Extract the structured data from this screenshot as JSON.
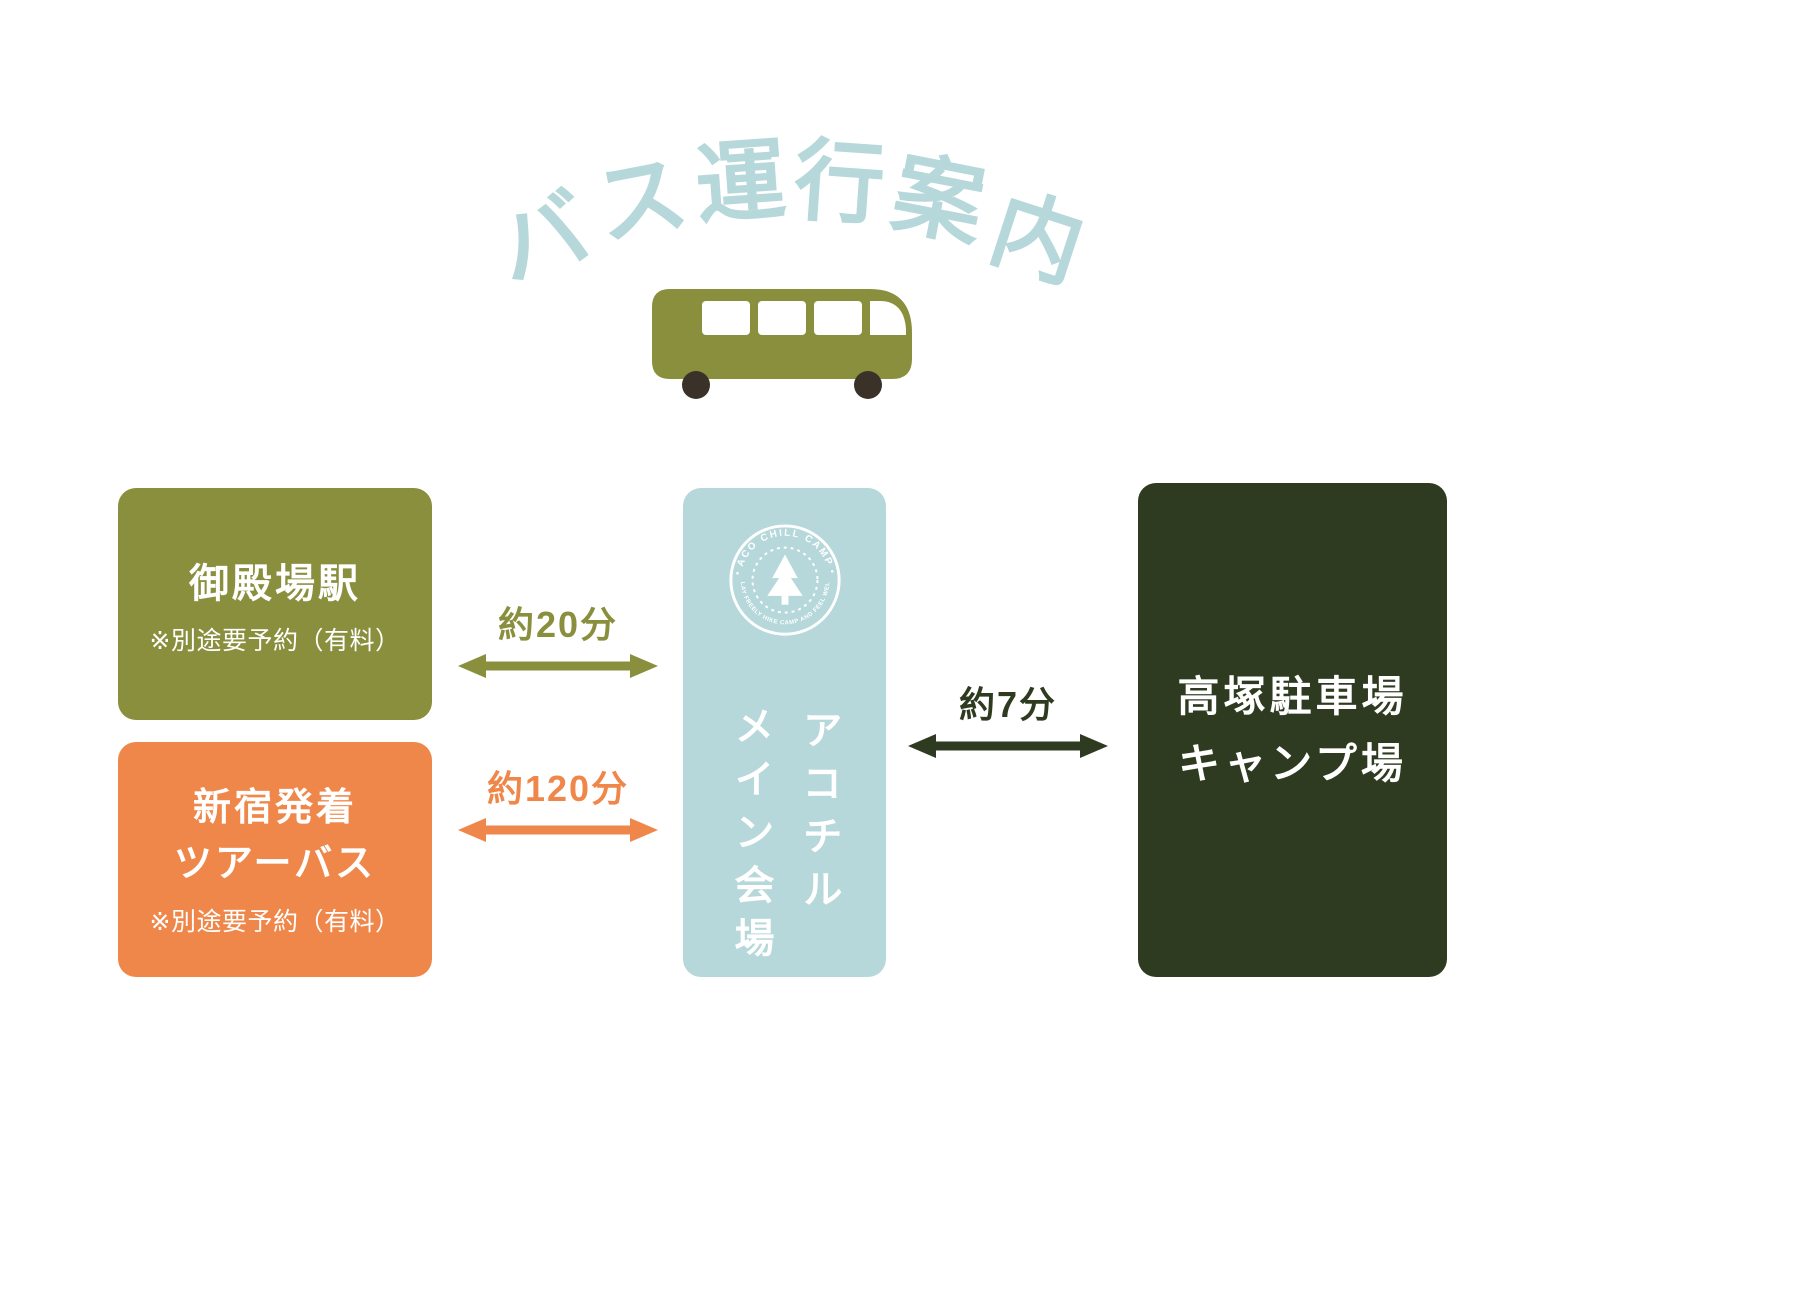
{
  "title": {
    "text": "バス運行案内",
    "chars": [
      "バ",
      "ス",
      "運",
      "行",
      "案",
      "内"
    ]
  },
  "colors": {
    "title_light_blue": "#b6d8da",
    "olive_green": "#8a8f3d",
    "orange": "#f0874a",
    "dark_green": "#2e3b20",
    "bus_wheel_brown": "#3a3128",
    "background": "#ffffff",
    "box_text": "#ffffff"
  },
  "icons": {
    "bus": "bus-icon",
    "venue_logo": "aco-chill-camp-stamp",
    "tree": "pine-tree-icon",
    "route_arrow": "double-headed-arrow"
  },
  "stops": {
    "gotemba": {
      "title": "御殿場駅",
      "note": "※別途要予約（有料）"
    },
    "shinjuku": {
      "line1": "新宿発着",
      "line2": "ツアーバス",
      "note": "※別途要予約（有料）"
    },
    "venue": {
      "vertical_line1": "アコチル",
      "vertical_line2": "メイン会場",
      "logo_arc_top": "・ACO CHILL CAMP・",
      "logo_arc_bottom": "PLAY FREELY HIKE CAMP AND FEEL WELL"
    },
    "camp": {
      "line1": "高塚駐車場",
      "line2": "キャンプ場"
    }
  },
  "routes": [
    {
      "from": "御殿場駅",
      "to": "アコチルメイン会場",
      "duration": "約20分"
    },
    {
      "from": "新宿発着ツアーバス",
      "to": "アコチルメイン会場",
      "duration": "約120分"
    },
    {
      "from": "アコチルメイン会場",
      "to": "高塚駐車場キャンプ場",
      "duration": "約7分"
    }
  ]
}
